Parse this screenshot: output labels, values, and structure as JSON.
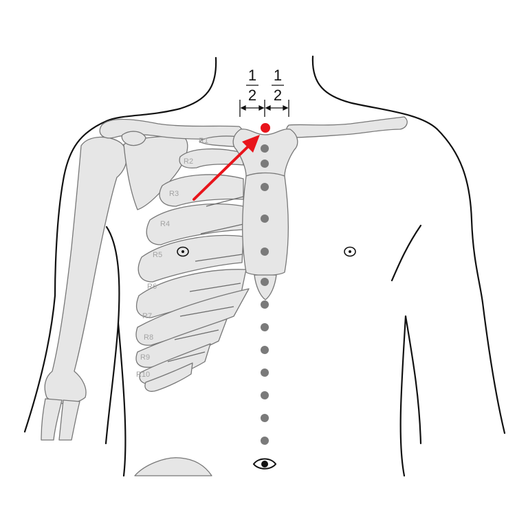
{
  "fraction_left": {
    "numerator": "1",
    "denominator": "2"
  },
  "fraction_right": {
    "numerator": "1",
    "denominator": "2"
  },
  "rib_labels": [
    "R1",
    "R2",
    "R3",
    "R4",
    "R5",
    "R6",
    "R7",
    "R8",
    "R9",
    "R10"
  ],
  "colors": {
    "skin_outline": "#111111",
    "bone_fill": "#e6e6e6",
    "bone_stroke": "#777777",
    "marker_point": "#e8141b",
    "arrow": "#e8141b",
    "midline_points": "#7a7a7a",
    "rib_label": "#a3a3a3"
  },
  "icons": {
    "nipple_left": "nipple-icon",
    "nipple_right": "nipple-icon",
    "navel": "navel-icon"
  },
  "midline_point_count": 14
}
